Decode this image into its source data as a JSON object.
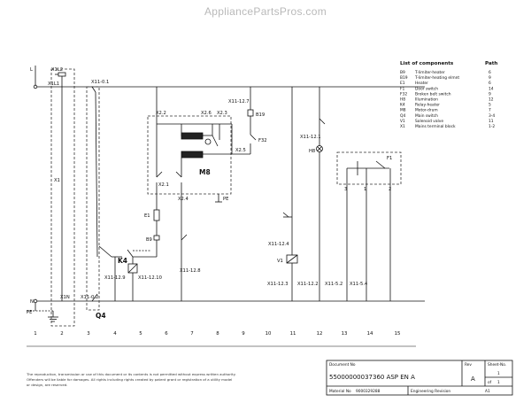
{
  "watermark": "AppliancePartsPros.com",
  "components": {
    "title": "List of components",
    "path_header": "Path",
    "items": [
      {
        "code": "B9",
        "desc": "T-limiter-heater",
        "path": "6"
      },
      {
        "code": "B19",
        "desc": "T-limiter-heating elmnt",
        "path": "9"
      },
      {
        "code": "E1",
        "desc": "Heater",
        "path": "6"
      },
      {
        "code": "F1",
        "desc": "Door switch",
        "path": "14"
      },
      {
        "code": "F32",
        "desc": "Broken belt switch",
        "path": "9"
      },
      {
        "code": "H8",
        "desc": "Illumination",
        "path": "12"
      },
      {
        "code": "K4",
        "desc": "Relay-heater",
        "path": "5"
      },
      {
        "code": "M8",
        "desc": "Motor-drum",
        "path": "7"
      },
      {
        "code": "Q4",
        "desc": "Main switch",
        "path": "3-4"
      },
      {
        "code": "V1",
        "desc": "Solenoid valve",
        "path": "11"
      },
      {
        "code": "X1",
        "desc": "Mains terminal block",
        "path": "1-2"
      }
    ]
  },
  "labels": {
    "L": "L",
    "N": "N",
    "PE": "PE",
    "X1L2": "X1L2",
    "X1L1": "X1L1",
    "X11_01": "X11-0.1",
    "X1": "X1",
    "X1N": "X1N",
    "X11_02": "X11-0.2",
    "Q4": "Q4",
    "X22": "X2.2",
    "X26": "X2.6",
    "X23": "X2.3",
    "X25": "X2.5",
    "X21": "X2.1",
    "X24": "X2.4",
    "PE_m": "PE",
    "M8": "M8",
    "E1": "E1",
    "B9": "B9",
    "K4": "K4",
    "X11_129": "X11-12.9",
    "X11_1210": "X11-12.10",
    "X11_128": "X11-12.8",
    "X11_127": "X11-12.7",
    "B19": "B19",
    "F32": "F32",
    "X11_121": "X11-12.1",
    "H8": "H8",
    "X11_124": "X11-12.4",
    "V1": "V1",
    "X11_123": "X11-12.3",
    "X11_122": "X11-12.2",
    "X11_52": "X11-5.2",
    "X11_54": "X11-5.4",
    "F1": "F1",
    "t3": "3",
    "t1": "1",
    "t2": "2"
  },
  "path_numbers": [
    "1",
    "2",
    "3",
    "4",
    "5",
    "6",
    "7",
    "8",
    "9",
    "10",
    "11",
    "12",
    "13",
    "14",
    "15"
  ],
  "disclaimer": [
    "The reproduction, transmission or use of this document or its contents is not permitted without express written authority.",
    "Offenders will be liable for damages. All rights including rights created by patent grant or registration of a utility model",
    "or design, are reserved."
  ],
  "title_block": {
    "doc_no_label": "Document No",
    "doc_no": "55000000037360 ASP EN A",
    "rev_label": "Rev",
    "rev": "A",
    "sheet_label": "Sheet-No.",
    "sheet_no": "1",
    "of_label": "of",
    "of_total": "1",
    "material_label": "Material No",
    "material_no": "9000329288",
    "eng_rev_label": "Engineering Revision",
    "eng_rev": "A1"
  },
  "colors": {
    "line": "#111111",
    "dash": "#333333",
    "watermark": "#b9b9b9"
  }
}
